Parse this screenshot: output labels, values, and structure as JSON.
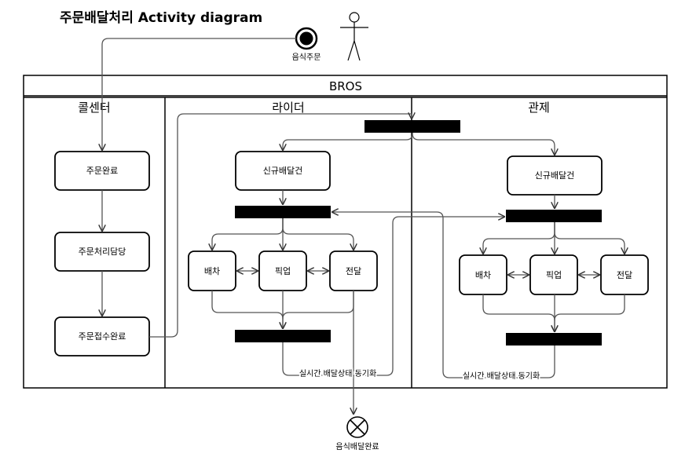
{
  "title": "주문배달처리 Activity diagram",
  "start_label": "음식주문",
  "end_label": "음식배달완료",
  "system_name": "BROS",
  "lanes": [
    "콜센터",
    "라이더",
    "관제"
  ],
  "callcenter_nodes": [
    "주문완료",
    "주문처리담당",
    "주문접수완료"
  ],
  "rider": {
    "new_order": "신규배달건",
    "tasks": [
      "배차",
      "픽업",
      "전달"
    ],
    "sync_note": "실시간 배달상태 동기화"
  },
  "control": {
    "new_order": "신규배달건",
    "tasks": [
      "배차",
      "픽업",
      "전달"
    ],
    "sync_note": "실시간 배달상태 동기화"
  }
}
